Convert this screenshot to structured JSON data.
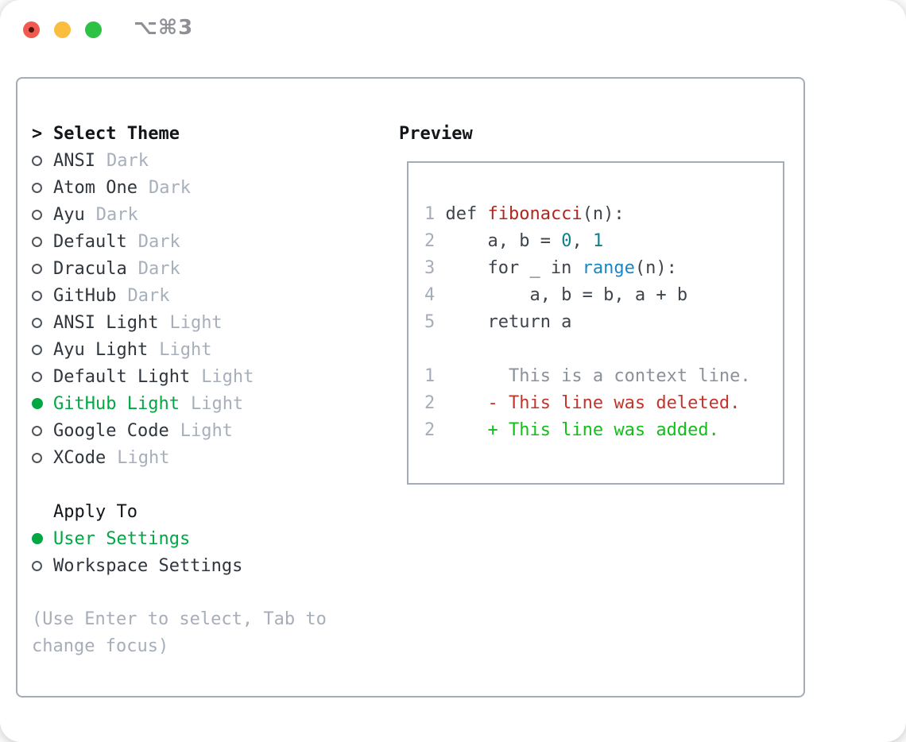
{
  "window": {
    "title": "⌥⌘3"
  },
  "colors": {
    "panel_border": "#a5acb6",
    "item_text": "#30363d",
    "variant_text": "#a7afbc",
    "header_text": "#121519",
    "accent_green": "#00a742",
    "help_text": "#a6aeb9",
    "lineno": "#a4adb9",
    "code_plain": "#3d444c",
    "code_function": "#b0271d",
    "code_number": "#0e7f8b",
    "code_builtin": "#1487c8",
    "diff_context": "#8b9199",
    "diff_deleted": "#c5342a",
    "diff_added": "#10c018",
    "titlebar_text": "#8e9095",
    "light_red": "#f15b4f",
    "light_yellow": "#fbbd3d",
    "light_green": "#2ec245"
  },
  "theme_panel": {
    "prompt": ">",
    "header": "Select Theme",
    "themes": [
      {
        "name": "ANSI",
        "variant": "Dark",
        "selected": false
      },
      {
        "name": "Atom One",
        "variant": "Dark",
        "selected": false
      },
      {
        "name": "Ayu",
        "variant": "Dark",
        "selected": false
      },
      {
        "name": "Default",
        "variant": "Dark",
        "selected": false
      },
      {
        "name": "Dracula",
        "variant": "Dark",
        "selected": false
      },
      {
        "name": "GitHub",
        "variant": "Dark",
        "selected": false
      },
      {
        "name": "ANSI Light",
        "variant": "Light",
        "selected": false
      },
      {
        "name": "Ayu Light",
        "variant": "Light",
        "selected": false
      },
      {
        "name": "Default Light",
        "variant": "Light",
        "selected": false
      },
      {
        "name": "GitHub Light",
        "variant": "Light",
        "selected": true
      },
      {
        "name": "Google Code",
        "variant": "Light",
        "selected": false
      },
      {
        "name": "XCode",
        "variant": "Light",
        "selected": false
      }
    ],
    "apply_to": {
      "header": "Apply To",
      "options": [
        {
          "label": "User Settings",
          "selected": true
        },
        {
          "label": "Workspace Settings",
          "selected": false
        }
      ]
    },
    "help_text": "(Use Enter to select, Tab to change focus)"
  },
  "preview": {
    "header": "Preview",
    "lines": [
      {
        "num": "1",
        "segs": [
          [
            "def ",
            "plain"
          ],
          [
            "fibonacci",
            "function"
          ],
          [
            "(n):",
            "plain"
          ]
        ]
      },
      {
        "num": "2",
        "segs": [
          [
            "    a, b = ",
            "plain"
          ],
          [
            "0",
            "number"
          ],
          [
            ", ",
            "plain"
          ],
          [
            "1",
            "number"
          ]
        ]
      },
      {
        "num": "3",
        "segs": [
          [
            "    for _ in ",
            "plain"
          ],
          [
            "range",
            "builtin"
          ],
          [
            "(n):",
            "plain"
          ]
        ]
      },
      {
        "num": "4",
        "segs": [
          [
            "        a, b = b, a + b",
            "plain"
          ]
        ]
      },
      {
        "num": "5",
        "segs": [
          [
            "    return a",
            "plain"
          ]
        ]
      },
      {
        "num": "",
        "segs": []
      },
      {
        "num": "1",
        "segs": [
          [
            "      This is a context line.",
            "context"
          ]
        ]
      },
      {
        "num": "2",
        "segs": [
          [
            "    - This line was deleted.",
            "deleted"
          ]
        ]
      },
      {
        "num": "2",
        "segs": [
          [
            "    + This line was added.",
            "added"
          ]
        ]
      }
    ]
  }
}
